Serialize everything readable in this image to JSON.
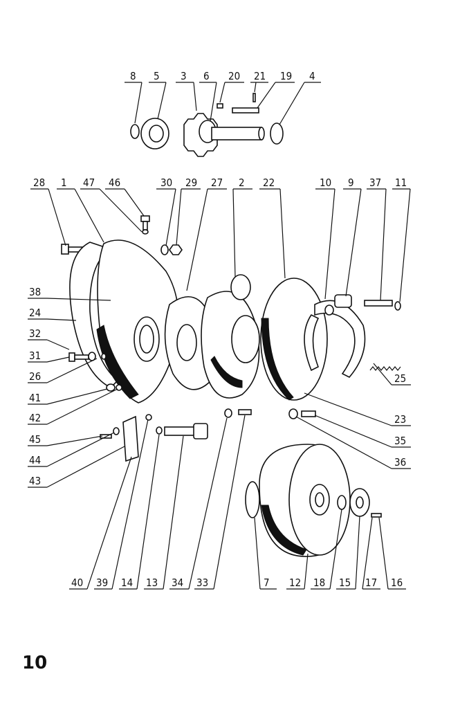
{
  "page_number": "10",
  "callouts": {
    "top": [
      "8",
      "5",
      "3",
      "6",
      "20",
      "21",
      "19",
      "4"
    ],
    "row2": [
      "28",
      "1",
      "47",
      "46",
      "30",
      "29",
      "27",
      "2",
      "22",
      "10",
      "9",
      "37",
      "11"
    ],
    "left": [
      "38",
      "24",
      "32",
      "31",
      "26",
      "41",
      "42",
      "45",
      "44",
      "43"
    ],
    "right": [
      "25",
      "23",
      "35",
      "36"
    ],
    "bottom": [
      "40",
      "39",
      "14",
      "13",
      "34",
      "33",
      "7",
      "12",
      "18",
      "15",
      "17",
      "16"
    ]
  }
}
